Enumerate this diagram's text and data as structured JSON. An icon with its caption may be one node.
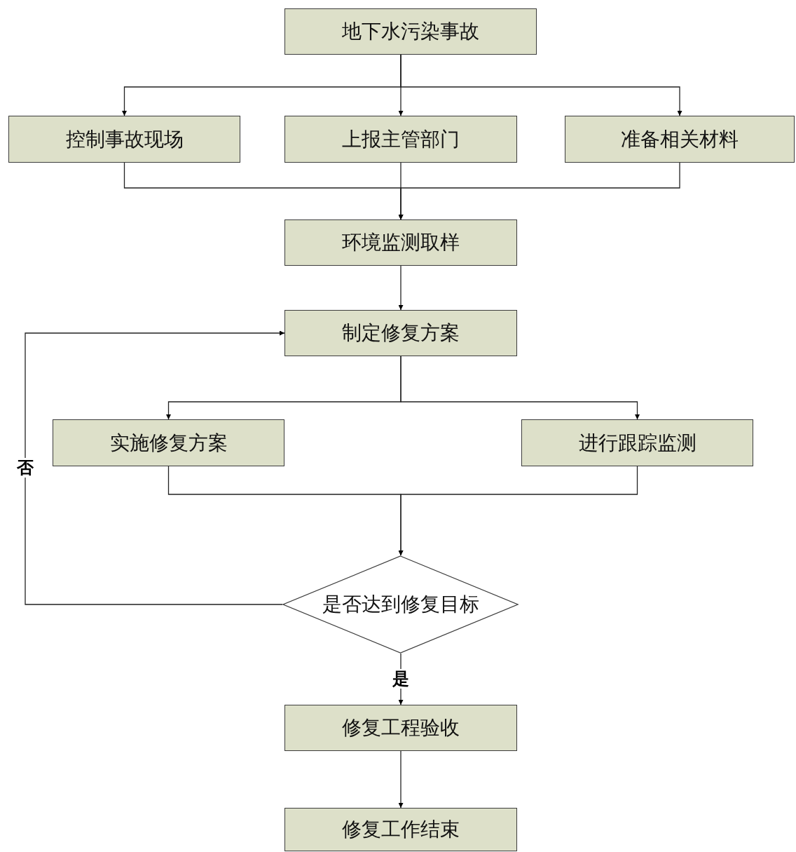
{
  "diagram": {
    "nodes": [
      {
        "text": [
          "地下水污染事故"
        ]
      },
      {
        "text": [
          "控制事故现场"
        ]
      },
      {
        "text": [
          "上报主管部门"
        ]
      },
      {
        "text": [
          "准备相关材料"
        ]
      },
      {
        "text": [
          "环境监测取样"
        ]
      },
      {
        "text": [
          "制定修复方案"
        ]
      },
      {
        "text": [
          "实施修复方案"
        ]
      },
      {
        "text": [
          "进行跟踪监测"
        ]
      },
      {
        "text": [
          "是否达到修复目标"
        ]
      },
      {
        "text": [
          "修复工程验收"
        ]
      },
      {
        "text": [
          "修复工作结束"
        ]
      }
    ],
    "edges": [
      {
        "from": 0,
        "to": 1,
        "arrow": "to"
      },
      {
        "from": 0,
        "to": 2,
        "arrow": "to"
      },
      {
        "from": 0,
        "to": 3,
        "arrow": "to"
      },
      {
        "from": 1,
        "to": 4,
        "arrow": "to"
      },
      {
        "from": 2,
        "to": 4,
        "arrow": "to"
      },
      {
        "from": 3,
        "to": 4,
        "arrow": "to"
      },
      {
        "from": 4,
        "to": 5,
        "arrow": "to"
      },
      {
        "from": 5,
        "to": 6,
        "arrow": "to"
      },
      {
        "from": 5,
        "to": 7,
        "arrow": "to"
      },
      {
        "from": 6,
        "to": 8,
        "arrow": "to"
      },
      {
        "from": 7,
        "to": 8,
        "arrow": "to"
      },
      {
        "from": 8,
        "to": 5,
        "arrow": "to",
        "label": "否"
      },
      {
        "from": 8,
        "to": 9,
        "arrow": "to",
        "label": "是"
      },
      {
        "from": 9,
        "to": 10,
        "arrow": "to"
      }
    ]
  }
}
